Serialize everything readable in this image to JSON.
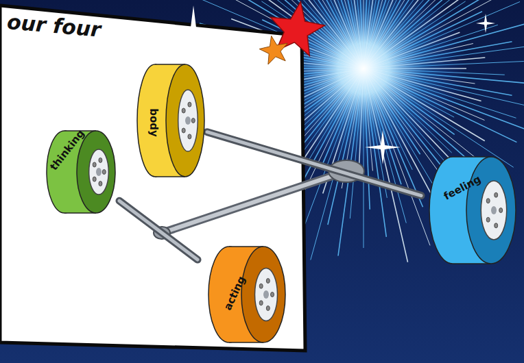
{
  "diagram": {
    "nodes": [
      {
        "text": [
          "thinking"
        ]
      },
      {
        "text": [
          "body"
        ]
      },
      {
        "text": [
          "acting"
        ]
      },
      {
        "text": [
          "feeling"
        ]
      }
    ],
    "edges": [
      {
        "from": 0,
        "to": 2,
        "arrow": "none"
      },
      {
        "from": 1,
        "to": 3,
        "arrow": "none"
      }
    ],
    "labels": [
      "our four"
    ]
  }
}
